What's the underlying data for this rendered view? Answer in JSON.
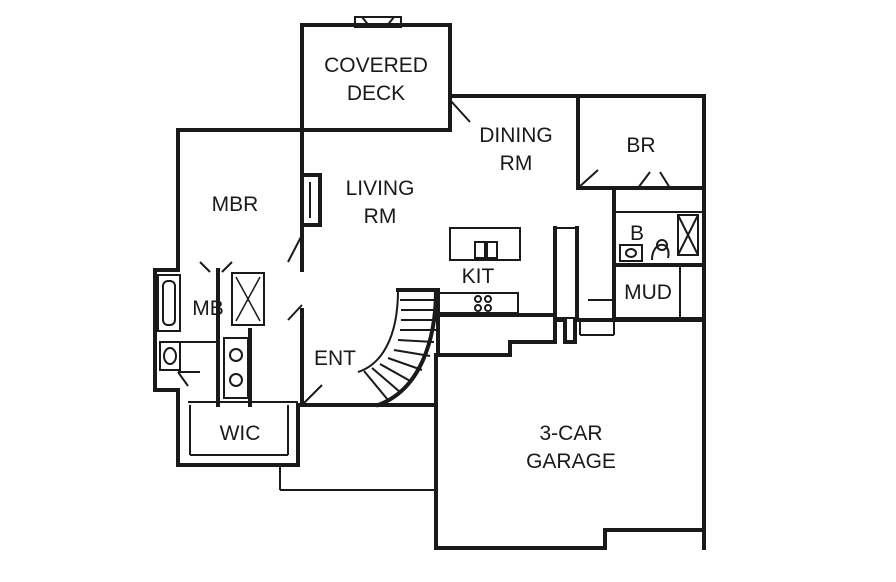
{
  "rooms": {
    "covered_deck": [
      "COVERED",
      "DECK"
    ],
    "dining": [
      "DINING",
      "RM"
    ],
    "br": "BR",
    "mbr": "MBR",
    "living": [
      "LIVING",
      "RM"
    ],
    "b": "B",
    "kit": "KIT",
    "mud": "MUD",
    "mb": "MB",
    "ent": "ENT",
    "wic": "WIC",
    "garage": [
      "3-CAR",
      "GARAGE"
    ]
  },
  "colors": {
    "ink": "#1a1a1a",
    "paper": "#ffffff"
  }
}
